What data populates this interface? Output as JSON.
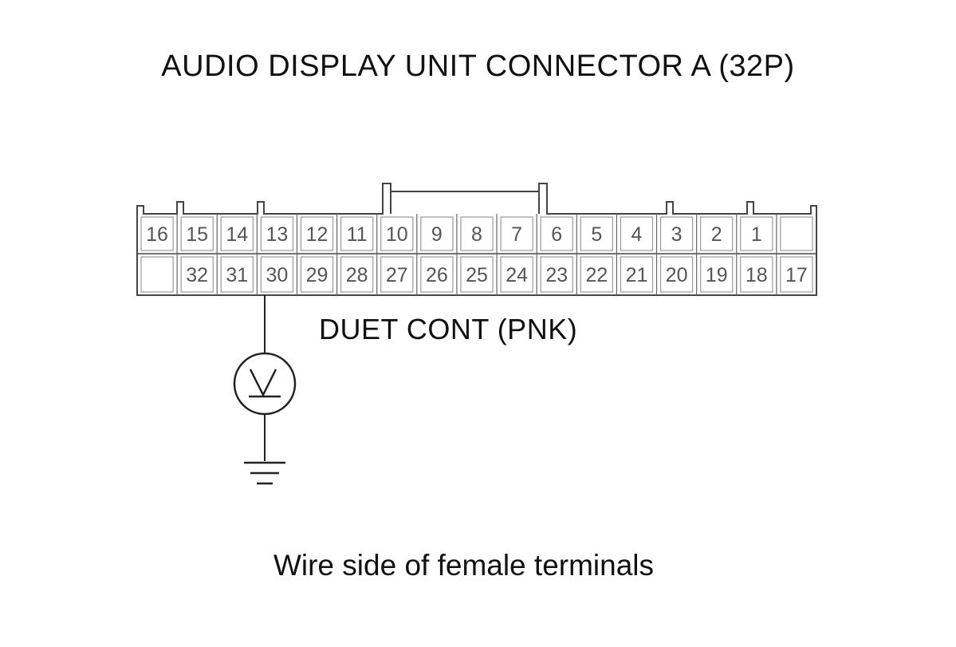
{
  "title": "AUDIO DISPLAY UNIT CONNECTOR A (32P)",
  "caption": "Wire side of female terminals",
  "wire": {
    "label": "DUET CONT (PNK)",
    "terminal": "30"
  },
  "connector": {
    "pins": 32,
    "top_row": [
      "16",
      "15",
      "14",
      "13",
      "12",
      "11",
      "10",
      "9",
      "8",
      "7",
      "6",
      "5",
      "4",
      "3",
      "2",
      "1",
      ""
    ],
    "bottom_row": [
      "",
      "32",
      "31",
      "30",
      "29",
      "28",
      "27",
      "26",
      "25",
      "24",
      "23",
      "22",
      "21",
      "20",
      "19",
      "18",
      "17"
    ]
  },
  "meter": {
    "symbol": "voltmeter-icon",
    "reference": "ground-icon"
  }
}
